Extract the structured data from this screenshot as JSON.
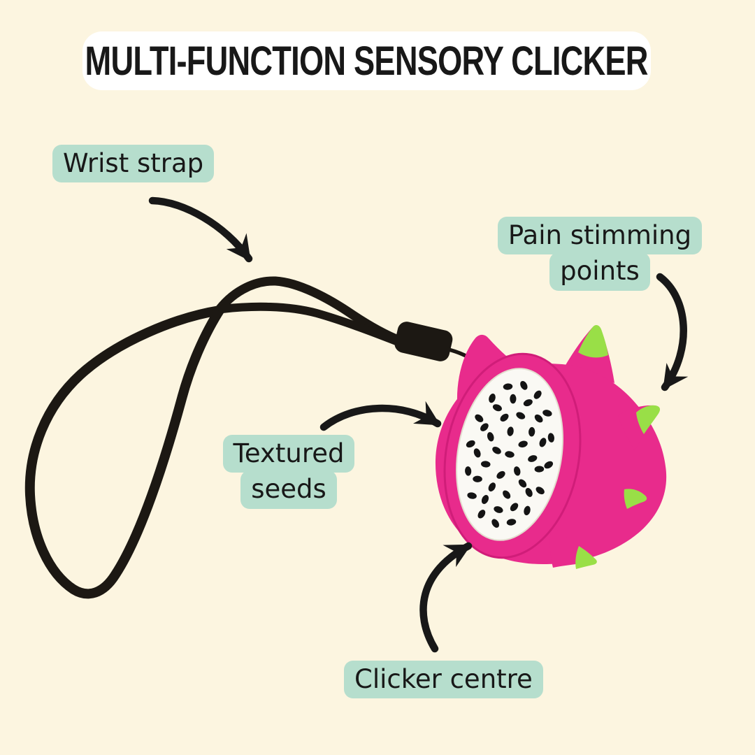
{
  "title": "MULTI-FUNCTION SENSORY CLICKER",
  "annotations": {
    "wrist_strap": {
      "lines": [
        "Wrist strap"
      ]
    },
    "pain_stimming": {
      "lines": [
        "Pain stimming",
        "points"
      ]
    },
    "textured_seeds": {
      "lines": [
        "Textured",
        "seeds"
      ]
    },
    "clicker_centre": {
      "lines": [
        "Clicker centre"
      ]
    }
  },
  "icons": {
    "arrow": "curved-hand-drawn-arrow",
    "product": "dragon-fruit-clicker-photo"
  },
  "colors": {
    "background": "#FCF5E0",
    "title_bg": "#FFFFFF",
    "label_bg": "#B6DECD",
    "ink": "#181818",
    "fruit_pink": "#E82B8C",
    "fruit_pink_dark": "#D01D79",
    "spike_green": "#99DF47",
    "face_white": "#FAF9F4",
    "seed_black": "#141414",
    "strap_black": "#1C1813"
  }
}
